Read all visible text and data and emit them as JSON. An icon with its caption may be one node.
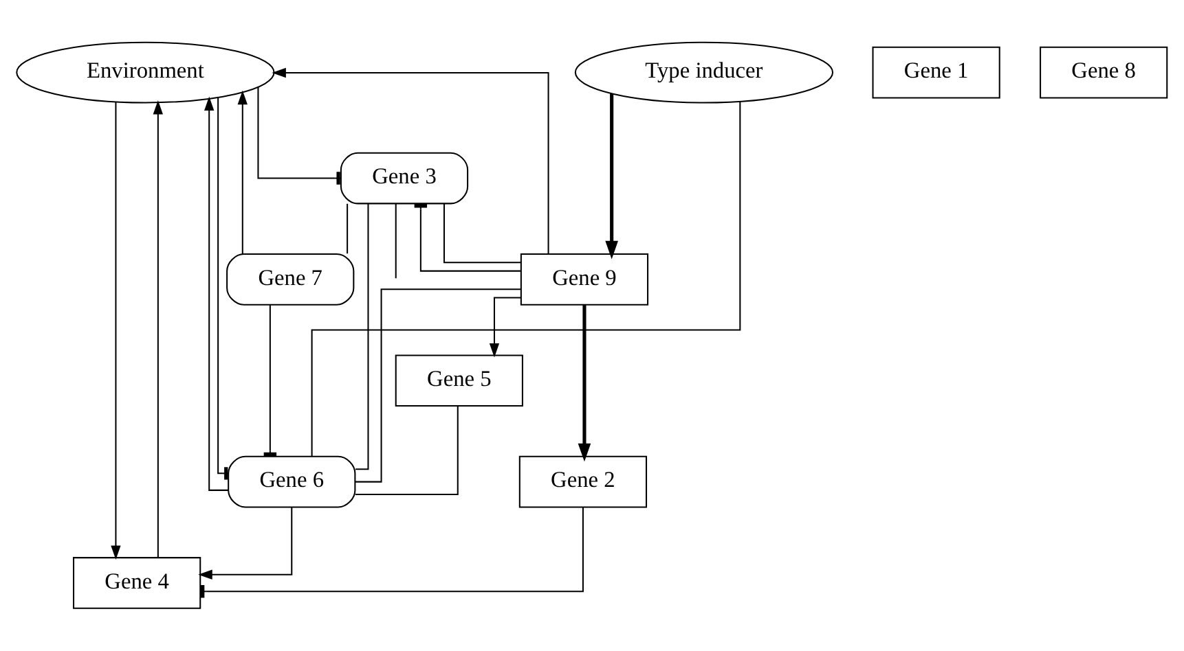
{
  "diagram": {
    "nodes": [
      {
        "text": [
          "Environment"
        ]
      },
      {
        "text": [
          "Type inducer"
        ]
      },
      {
        "text": [
          "Gene 1"
        ]
      },
      {
        "text": [
          "Gene 2"
        ]
      },
      {
        "text": [
          "Gene 3"
        ]
      },
      {
        "text": [
          "Gene 4"
        ]
      },
      {
        "text": [
          "Gene 5"
        ]
      },
      {
        "text": [
          "Gene 6"
        ]
      },
      {
        "text": [
          "Gene 7"
        ]
      },
      {
        "text": [
          "Gene 8"
        ]
      },
      {
        "text": [
          "Gene 9"
        ]
      }
    ],
    "edges": [
      {
        "from": 1,
        "to": 10,
        "arrow": "to",
        "style": "thick"
      },
      {
        "from": 10,
        "to": 0,
        "arrow": "to"
      },
      {
        "from": 5,
        "to": 0,
        "arrow": "to"
      },
      {
        "from": 7,
        "to": 0,
        "arrow": "to"
      },
      {
        "from": 8,
        "to": 0,
        "arrow": "to"
      },
      {
        "from": 10,
        "to": 3,
        "arrow": "to",
        "style": "thick"
      },
      {
        "from": 0,
        "to": 4,
        "arrow": "other"
      },
      {
        "from": 10,
        "to": 4,
        "arrow": "other"
      },
      {
        "from": 3,
        "to": 5,
        "arrow": "other"
      },
      {
        "from": 0,
        "to": 5,
        "arrow": "to"
      },
      {
        "from": 10,
        "to": 6,
        "arrow": "to"
      },
      {
        "from": 7,
        "to": 5,
        "arrow": "to"
      },
      {
        "from": 0,
        "to": 7,
        "arrow": "other"
      },
      {
        "from": 8,
        "to": 7,
        "arrow": "other"
      },
      {
        "from": 6,
        "to": 7,
        "arrow": "none"
      },
      {
        "from": 4,
        "to": 10,
        "arrow": "none"
      },
      {
        "from": 4,
        "to": 7,
        "arrow": "none"
      },
      {
        "from": 4,
        "to": 8,
        "arrow": "none"
      },
      {
        "from": 1,
        "to": 7,
        "arrow": "none"
      },
      {
        "from": 10,
        "to": 7,
        "arrow": "none"
      },
      {
        "from": 4,
        "to": null,
        "arrow": "none"
      }
    ]
  }
}
